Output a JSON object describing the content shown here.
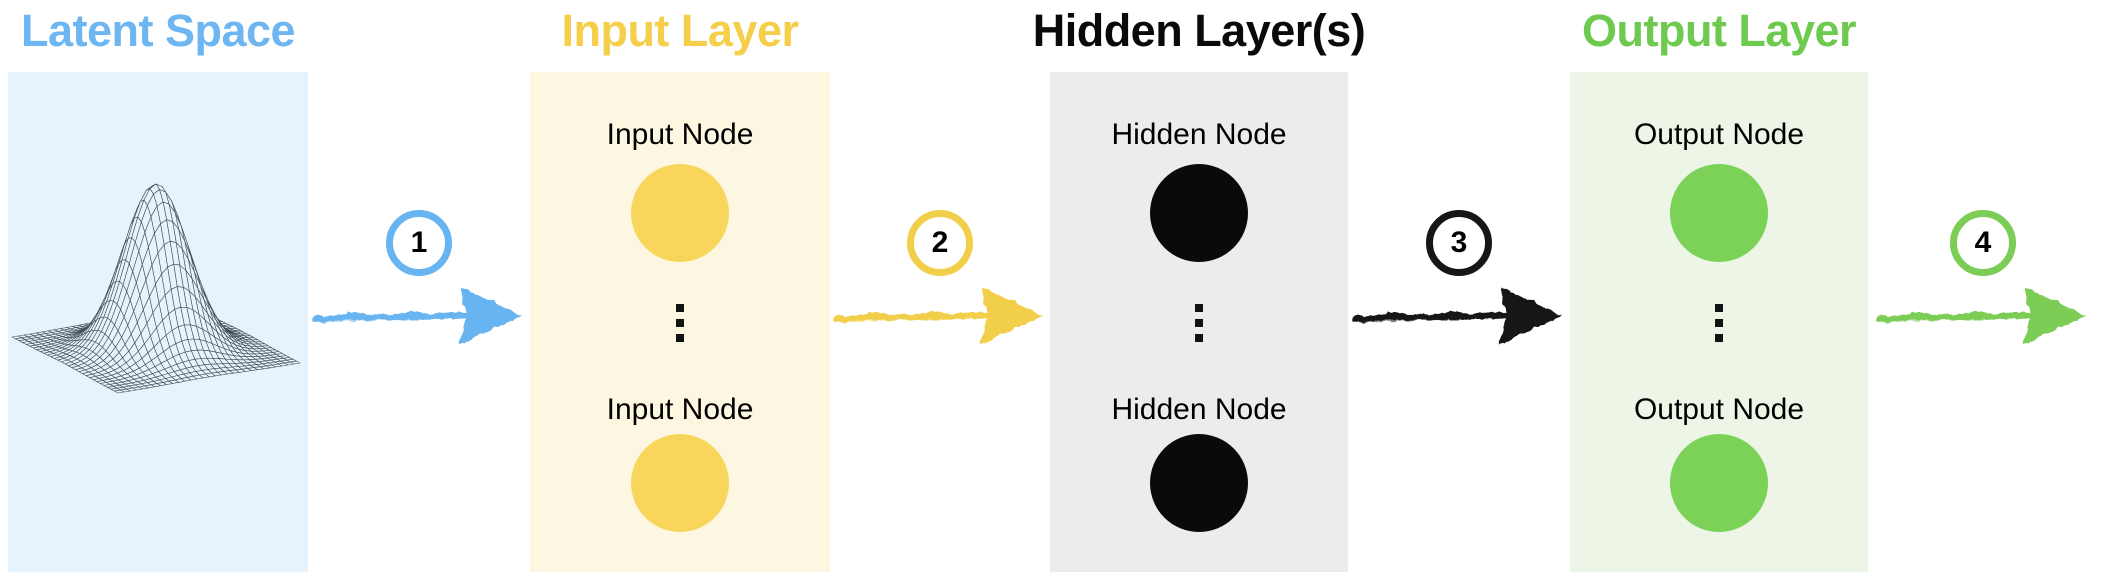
{
  "columns": [
    {
      "key": "latent",
      "title": "Latent Space",
      "title_color": "#6db6f2",
      "box_bg": "#e6f2fc",
      "content": "gaussian-wireframe-surface",
      "mesh_stroke": "#414c55"
    },
    {
      "key": "input",
      "title": "Input Layer",
      "title_color": "#f5cf4a",
      "box_bg": "#fdf7e2",
      "node_label": "Input Node",
      "node_color": "#f8d65b"
    },
    {
      "key": "hidden",
      "title": "Hidden Layer(s)",
      "title_color": "#0a0a0a",
      "box_bg": "#ececeb",
      "node_label": "Hidden Node",
      "node_color": "#0a0a0a"
    },
    {
      "key": "output",
      "title": "Output Layer",
      "title_color": "#6eca4e",
      "box_bg": "#ecf5e6",
      "node_label": "Output Node",
      "node_color": "#7cd157"
    }
  ],
  "arrows": [
    {
      "number": "1",
      "color": "#68b4f1"
    },
    {
      "number": "2",
      "color": "#f2cf4b"
    },
    {
      "number": "3",
      "color": "#161616"
    },
    {
      "number": "4",
      "color": "#7ccd55"
    }
  ],
  "icons": {
    "more_nodes_ellipsis": "⋮",
    "arrow_style": "hand-drawn-right-arrow"
  }
}
